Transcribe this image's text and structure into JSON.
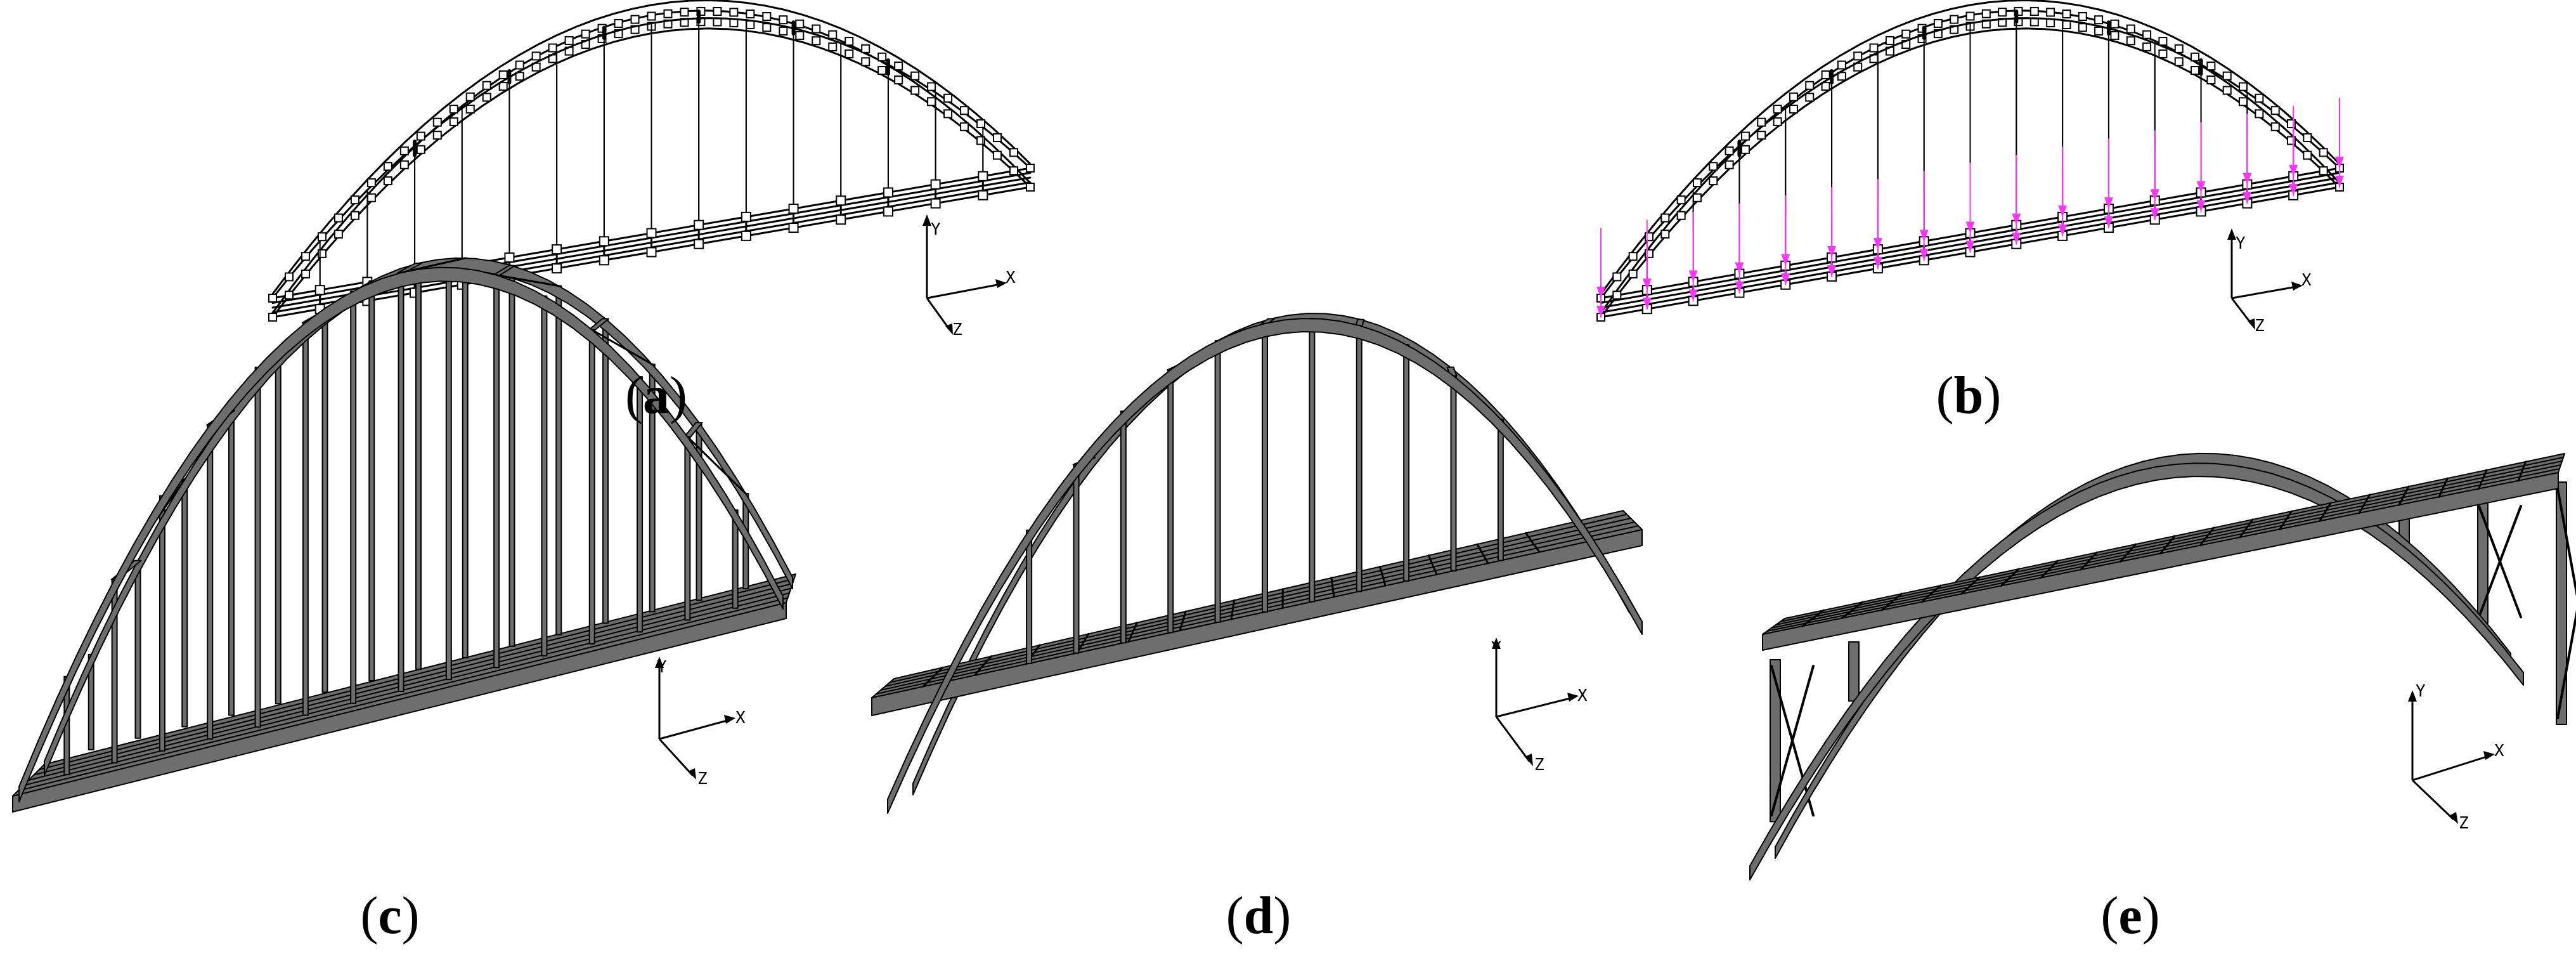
{
  "panels": [
    {
      "id": "a",
      "label_open": "(",
      "label_letter": "a",
      "label_close": ")",
      "style": "wireframe",
      "loads": false
    },
    {
      "id": "b",
      "label_open": "(",
      "label_letter": "b",
      "label_close": ")",
      "style": "wireframe",
      "loads": true
    },
    {
      "id": "c",
      "label_open": "(",
      "label_letter": "c",
      "label_close": ")",
      "style": "solid-tied-arch"
    },
    {
      "id": "d",
      "label_open": "(",
      "label_letter": "d",
      "label_close": ")",
      "style": "solid-through-arch"
    },
    {
      "id": "e",
      "label_open": "(",
      "label_letter": "e",
      "label_close": ")",
      "style": "solid-deck-arch"
    }
  ],
  "axes": {
    "x": "X",
    "y": "Y",
    "z": "Z"
  },
  "colors": {
    "line": "#000000",
    "fill": "#6e6e6e",
    "load_arrow": "#ff33ff"
  }
}
